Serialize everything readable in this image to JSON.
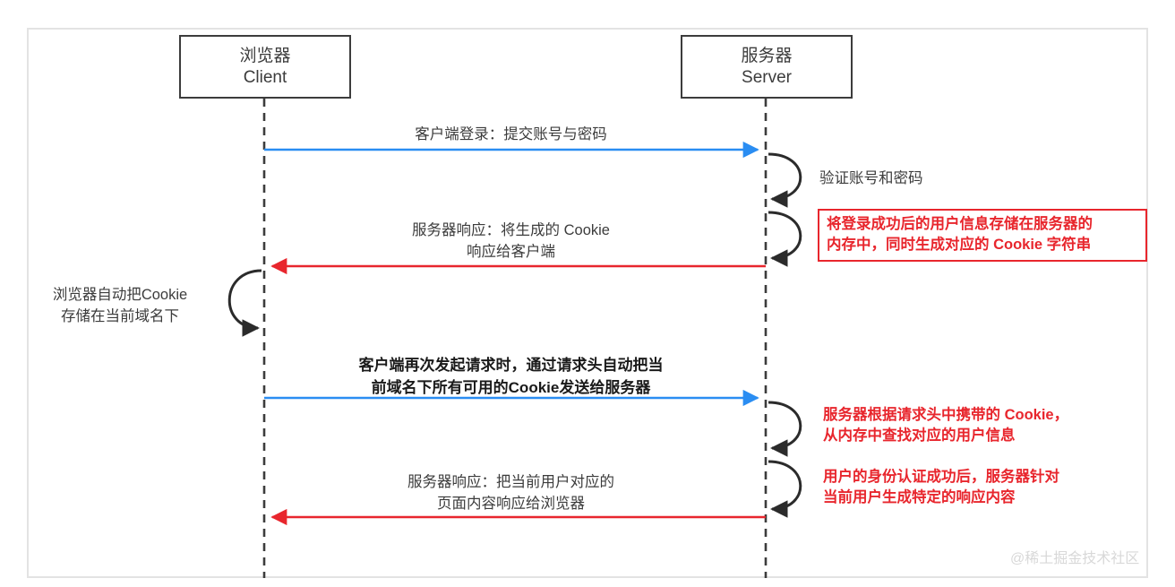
{
  "diagram": {
    "type": "sequence-diagram",
    "title_watermark": "@稀土掘金技术社区",
    "colors": {
      "request_arrow": "#2a8df2",
      "response_arrow": "#e8262d",
      "self_loop": "#2b2b2b",
      "lifeline": "#3c3c3c",
      "note_red": "#e8262d",
      "frame_border": "#e3e3e3",
      "text": "#3c3c3c"
    },
    "actors": [
      {
        "id": "client",
        "name_cn": "浏览器",
        "name_en": "Client"
      },
      {
        "id": "server",
        "name_cn": "服务器",
        "name_en": "Server"
      }
    ],
    "messages": [
      {
        "id": "msg-1",
        "from": "client",
        "to": "server",
        "color": "#2a8df2",
        "bold": false,
        "lines": [
          "客户端登录：提交账号与密码"
        ]
      },
      {
        "id": "msg-2",
        "from": "server",
        "to": "client",
        "color": "#e8262d",
        "bold": false,
        "lines": [
          "服务器响应：将生成的 Cookie",
          "响应给客户端"
        ]
      },
      {
        "id": "msg-3",
        "from": "client",
        "to": "server",
        "color": "#2a8df2",
        "bold": true,
        "lines": [
          "客户端再次发起请求时，通过请求头自动把当",
          "前域名下所有可用的Cookie发送给服务器"
        ]
      },
      {
        "id": "msg-4",
        "from": "server",
        "to": "client",
        "color": "#e8262d",
        "bold": false,
        "lines": [
          "服务器响应：把当前用户对应的",
          "页面内容响应给浏览器"
        ]
      }
    ],
    "self_calls": [
      {
        "id": "self-1",
        "actor": "server",
        "side": "right",
        "label_color": "#3c3c3c",
        "boxed": false,
        "lines": [
          "验证账号和密码"
        ]
      },
      {
        "id": "self-2",
        "actor": "server",
        "side": "right",
        "label_color": "#e8262d",
        "boxed": true,
        "lines": [
          "将登录成功后的用户信息存储在服务器的",
          "内存中，同时生成对应的 Cookie 字符串"
        ]
      },
      {
        "id": "self-3",
        "actor": "client",
        "side": "left",
        "label_color": "#3c3c3c",
        "boxed": false,
        "lines": [
          "浏览器自动把Cookie",
          "存储在当前域名下"
        ]
      },
      {
        "id": "self-4",
        "actor": "server",
        "side": "right",
        "label_color": "#e8262d",
        "boxed": false,
        "lines": [
          "服务器根据请求头中携带的 Cookie，",
          "从内存中查找对应的用户信息"
        ]
      },
      {
        "id": "self-5",
        "actor": "server",
        "side": "right",
        "label_color": "#e8262d",
        "boxed": false,
        "lines": [
          "用户的身份认证成功后，服务器针对",
          "当前用户生成特定的响应内容"
        ]
      }
    ]
  }
}
